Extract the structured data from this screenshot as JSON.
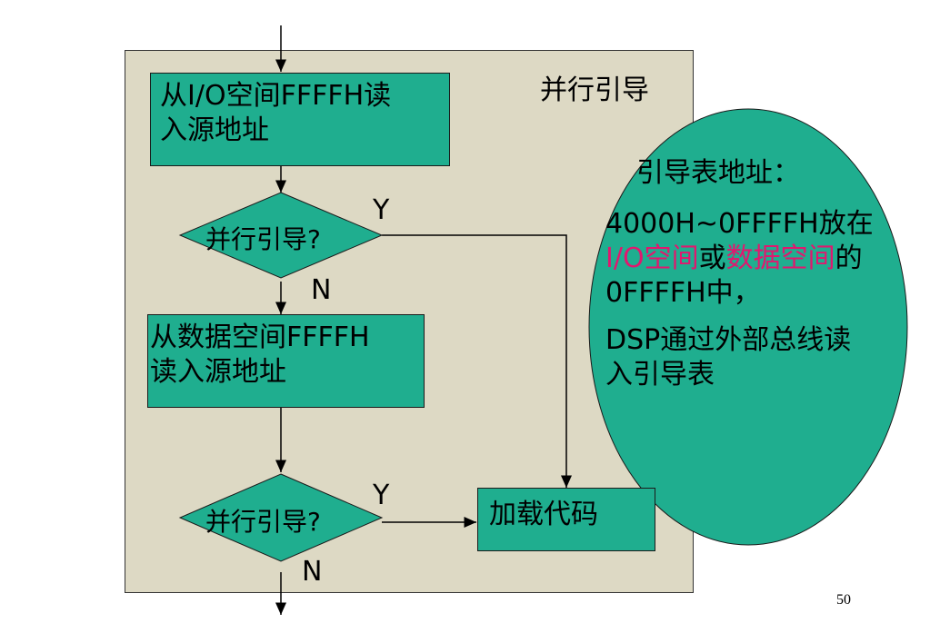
{
  "panel": {
    "title": "并行引导"
  },
  "flow": {
    "box1_line1": "从I/O空间FFFFH读",
    "box1_line2": "入源地址",
    "decision1": "并行引导?",
    "decision1_yes": "Y",
    "decision1_no": "N",
    "box2_line1": "从数据空间FFFFH",
    "box2_line2": "读入源地址",
    "decision2": "并行引导?",
    "decision2_yes": "Y",
    "decision2_no": "N",
    "load": "加载代码"
  },
  "note": {
    "heading": "引导表地址：",
    "p1_a": "4000H~0FFFFH放在",
    "p1_io": "I/O空间",
    "p1_or": "或",
    "p1_data": "数据空间",
    "p1_de": "的",
    "p1_c": "0FFFFH中，",
    "p2_a": "DSP通过外部总线读",
    "p2_b": "入引导表"
  },
  "page_number": "50",
  "colors": {
    "box_fill": "#1fae8f",
    "panel_fill": "#ddd9c4",
    "highlight": "#e0186f"
  }
}
